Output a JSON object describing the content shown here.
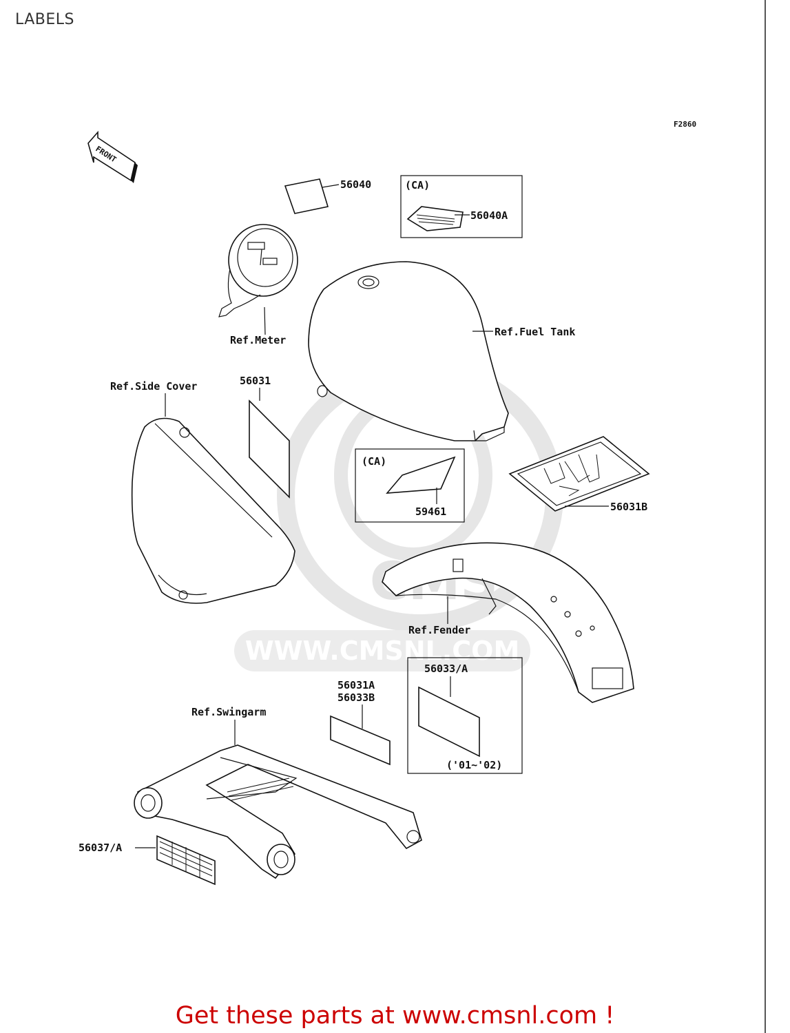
{
  "page": {
    "title": "LABELS"
  },
  "diagram": {
    "figure_code": "F2860",
    "front_marker": "FRONT",
    "ca_label": "(CA)",
    "labels": {
      "p56040": "56040",
      "p56040A": "56040A",
      "ref_meter": "Ref.Meter",
      "ref_fuel_tank": "Ref.Fuel Tank",
      "ref_side_cover": "Ref.Side Cover",
      "p56031": "56031",
      "p59461": "59461",
      "p56031B": "56031B",
      "ref_fender": "Ref.Fender",
      "p56033A": "56033/A",
      "years": "('01~'02)",
      "p56031A": "56031A",
      "p56033B": "56033B",
      "ref_swingarm": "Ref.Swingarm",
      "p56037A": "56037/A"
    },
    "watermark": "WWW.CMSNL.COM",
    "watermark_logo": "CMS"
  },
  "footer": {
    "promo": "Get these parts at www.cmsnl.com !"
  }
}
